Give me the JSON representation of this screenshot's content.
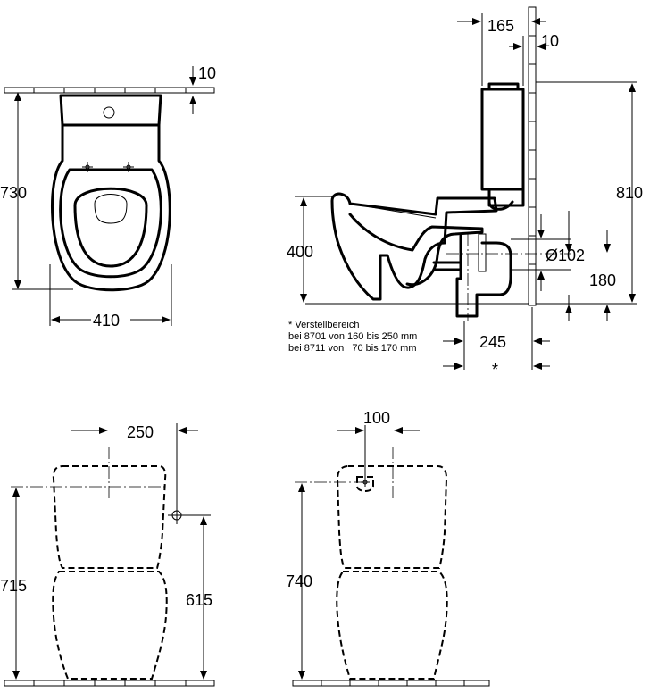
{
  "top_view": {
    "dim_width": "410",
    "dim_depth": "730",
    "dim_wall_gap": "10"
  },
  "side_view": {
    "dim_tank_depth": "165",
    "dim_tank_gap": "10",
    "dim_total_height": "810",
    "dim_seat_height": "400",
    "dim_outlet_diameter": "Ø102",
    "dim_outlet_height": "180",
    "dim_outlet_offset": "245",
    "asterisk": "*",
    "note_title": "* Verstellbereich",
    "note_line1": "bei 8701 von 160 bis 250 mm",
    "note_line2": "bei 8711 von   70 bis 170 mm"
  },
  "front_view_a": {
    "dim_width": "250",
    "dim_height": "715",
    "dim_inlet_height": "615"
  },
  "front_view_b": {
    "dim_offset": "100",
    "dim_height": "740"
  }
}
